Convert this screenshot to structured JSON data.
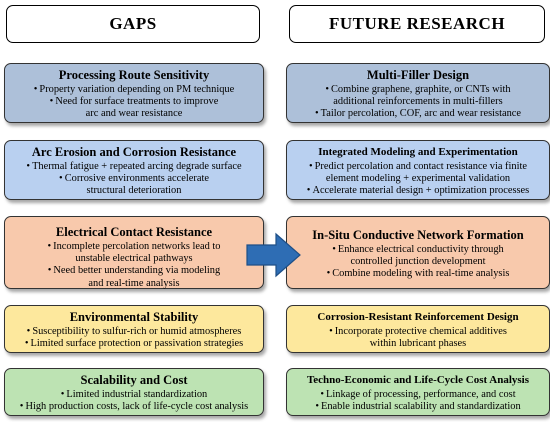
{
  "headers": {
    "left": "GAPS",
    "right": "FUTURE RESEARCH"
  },
  "colors": {
    "slate_blue": "#adc0d9",
    "light_blue": "#b9d0f0",
    "peach": "#f8c9ac",
    "yellow": "#fde89d",
    "green": "#bde3b3",
    "arrow": "#2e6db4"
  },
  "gaps": [
    {
      "title": "Processing Route Sensitivity",
      "items": [
        "Property variation depending on PM technique",
        "Need for surface treatments to improve",
        "arc and wear resistance"
      ],
      "bullets": [
        true,
        true,
        false
      ]
    },
    {
      "title": "Arc Erosion and Corrosion Resistance",
      "items": [
        "Thermal fatigue + repeated arcing degrade surface",
        "Corrosive environments accelerate",
        "structural deterioration"
      ],
      "bullets": [
        true,
        true,
        false
      ]
    },
    {
      "title": "Electrical Contact Resistance",
      "items": [
        "Incomplete percolation networks lead to",
        "unstable electrical pathways",
        "Need better understanding via modeling",
        "and real-time analysis"
      ],
      "bullets": [
        true,
        false,
        true,
        false
      ]
    },
    {
      "title": "Environmental Stability",
      "items": [
        "Susceptibility to sulfur-rich or humid atmospheres",
        "Limited surface protection or passivation strategies"
      ],
      "bullets": [
        true,
        true
      ]
    },
    {
      "title": "Scalability and Cost",
      "items": [
        "Limited industrial standardization",
        "High production costs, lack of life-cycle cost analysis"
      ],
      "bullets": [
        true,
        true
      ]
    }
  ],
  "future": [
    {
      "title": "Multi-Filler Design",
      "items": [
        "Combine graphene, graphite, or CNTs with",
        "additional reinforcements in multi-fillers",
        "Tailor percolation, COF, arc and wear resistance"
      ],
      "bullets": [
        true,
        false,
        true
      ]
    },
    {
      "title": "Integrated Modeling and Experimentation",
      "items": [
        "Predict percolation and contact resistance via finite",
        "element modeling + experimental validation",
        "Accelerate material design + optimization processes"
      ],
      "bullets": [
        true,
        false,
        true
      ]
    },
    {
      "title": "In-Situ Conductive Network Formation",
      "items": [
        "Enhance electrical conductivity through",
        "controlled junction development",
        "Combine modeling with real-time analysis"
      ],
      "bullets": [
        true,
        false,
        true
      ]
    },
    {
      "title": "Corrosion-Resistant Reinforcement Design",
      "items": [
        "Incorporate protective chemical additives",
        "within lubricant phases"
      ],
      "bullets": [
        true,
        false
      ]
    },
    {
      "title": "Techno-Economic and Life-Cycle Cost Analysis",
      "items": [
        "Linkage of processing, performance, and cost",
        "Enable industrial scalability and standardization"
      ],
      "bullets": [
        true,
        true
      ]
    }
  ]
}
